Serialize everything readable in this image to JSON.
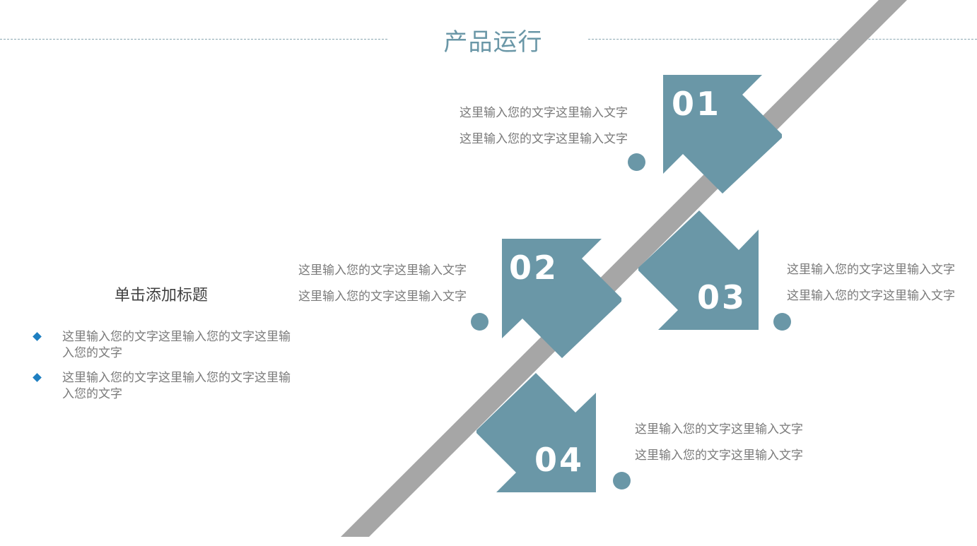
{
  "header": {
    "title": "产品运行"
  },
  "colors": {
    "accent": "#6a97a7",
    "band": "#a6a6a6",
    "bullet": "#1e7fc1"
  },
  "sidebar": {
    "heading": "单击添加标题",
    "bullets": [
      "这里输入您的文字这里输入您的文字这里输入您的文字",
      "这里输入您的文字这里输入您的文字这里输入您的文字"
    ]
  },
  "steps": [
    {
      "number": "01",
      "line1": "这里输入您的文字这里输入文字",
      "line2": "这里输入您的文字这里输入文字"
    },
    {
      "number": "02",
      "line1": "这里输入您的文字这里输入文字",
      "line2": "这里输入您的文字这里输入文字"
    },
    {
      "number": "03",
      "line1": "这里输入您的文字这里输入文字",
      "line2": "这里输入您的文字这里输入文字"
    },
    {
      "number": "04",
      "line1": "这里输入您的文字这里输入文字",
      "line2": "这里输入您的文字这里输入文字"
    }
  ]
}
